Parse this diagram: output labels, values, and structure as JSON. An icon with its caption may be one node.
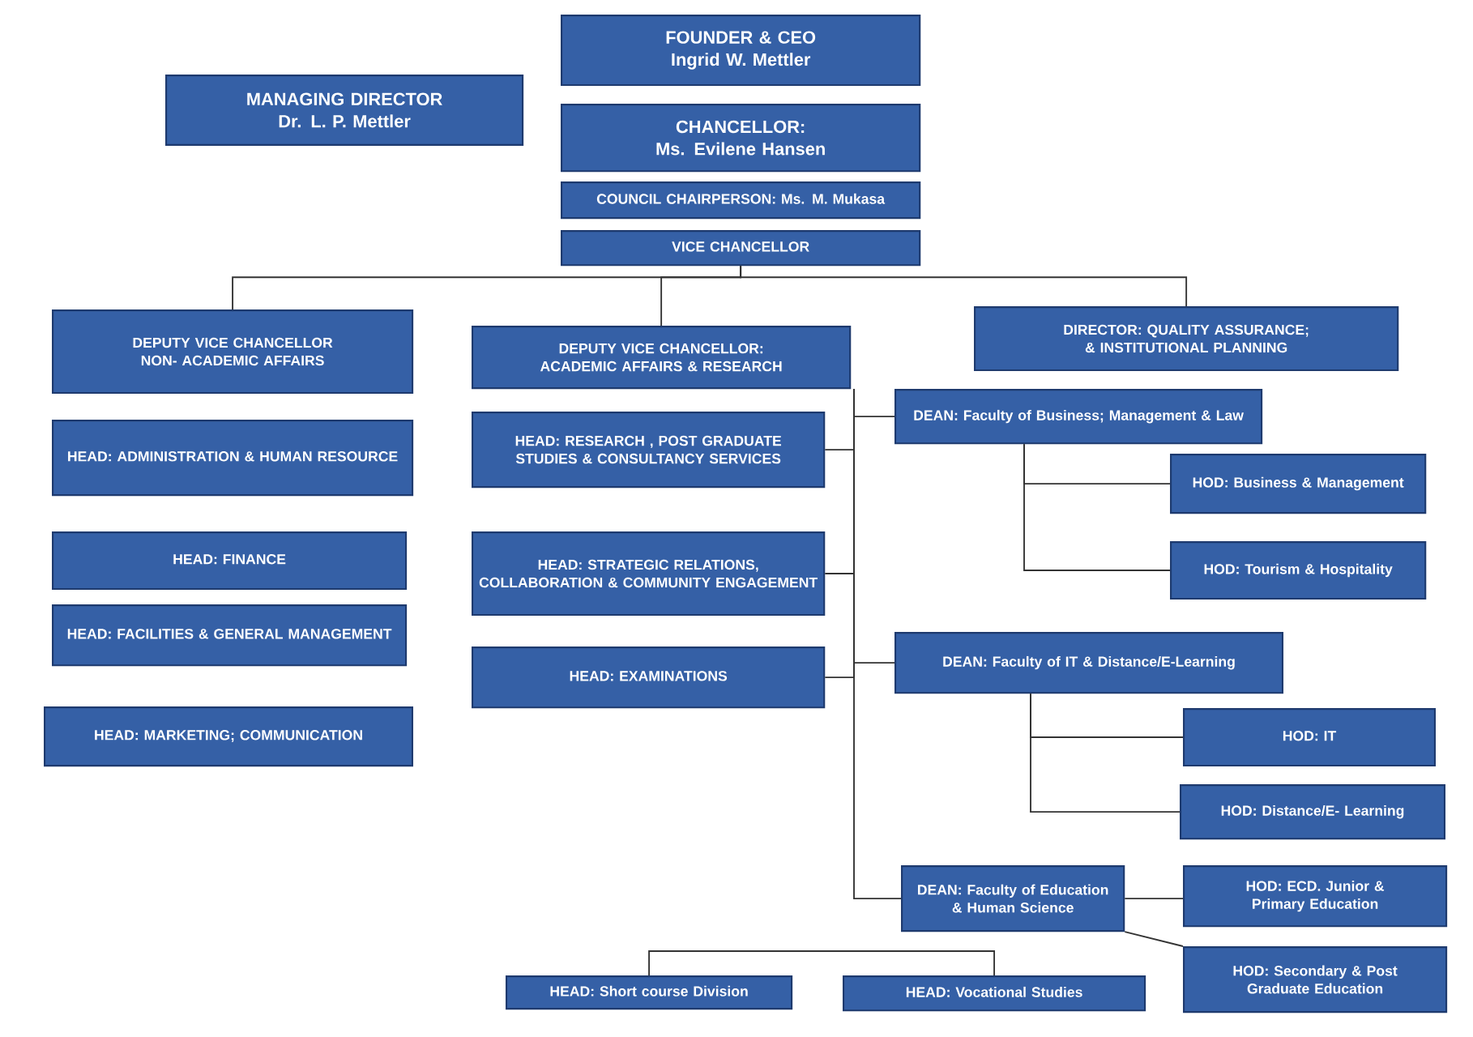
{
  "diagram": {
    "nodes": [
      {
        "text": [
          "FOUNDER & CEO",
          "Ingrid W. Mettler"
        ]
      },
      {
        "text": [
          "MANAGING DIRECTOR",
          "Dr. L. P. Mettler"
        ]
      },
      {
        "text": [
          "CHANCELLOR:",
          "Ms. Evilene Hansen"
        ]
      },
      {
        "text": [
          "COUNCIL CHAIRPERSON: Ms. M. Mukasa"
        ]
      },
      {
        "text": [
          "VICE CHANCELLOR"
        ]
      },
      {
        "text": [
          "DEPUTY VICE CHANCELLOR NON- ACADEMIC AFFAIRS"
        ]
      },
      {
        "text": [
          "DEPUTY VICE CHANCELLOR: ACADEMIC AFFAIRS & RESEARCH"
        ]
      },
      {
        "text": [
          "DIRECTOR: QUALITY ASSURANCE; & INSTITUTIONAL PLANNING"
        ]
      },
      {
        "text": [
          "HEAD: ADMINISTRATION & HUMAN RESOURCE"
        ]
      },
      {
        "text": [
          "HEAD: FINANCE"
        ]
      },
      {
        "text": [
          "HEAD: FACILITIES & GENERAL MANAGEMENT"
        ]
      },
      {
        "text": [
          "HEAD: MARKETING; COMMUNICATION"
        ]
      },
      {
        "text": [
          "HEAD: RESEARCH , POST GRADUATE STUDIES & CONSULTANCY SERVICES"
        ]
      },
      {
        "text": [
          "HEAD: STRATEGIC RELATIONS, COLLABORATION & COMMUNITY ENGAGEMENT"
        ]
      },
      {
        "text": [
          "HEAD: EXAMINATIONS"
        ]
      },
      {
        "text": [
          "DEAN: Faculty of Business; Management & Law"
        ]
      },
      {
        "text": [
          "HOD: Business & Management"
        ]
      },
      {
        "text": [
          "HOD: Tourism & Hospitality"
        ]
      },
      {
        "text": [
          "DEAN: Faculty of IT & Distance/E-Learning"
        ]
      },
      {
        "text": [
          "HOD: IT"
        ]
      },
      {
        "text": [
          "HOD: Distance/E- Learning"
        ]
      },
      {
        "text": [
          "DEAN: Faculty of Education & Human Science"
        ]
      },
      {
        "text": [
          "HOD: ECD. Junior & Primary Education"
        ]
      },
      {
        "text": [
          "HOD: Secondary & Post Graduate Education"
        ]
      },
      {
        "text": [
          "HEAD: Short course Division"
        ]
      },
      {
        "text": [
          "HEAD: Vocational Studies"
        ]
      }
    ],
    "edges": [
      {
        "from": 4,
        "to": 5,
        "arrow": "none"
      },
      {
        "from": 4,
        "to": 6,
        "arrow": "none"
      },
      {
        "from": 4,
        "to": 7,
        "arrow": "none"
      },
      {
        "from": 6,
        "to": 12,
        "arrow": "none"
      },
      {
        "from": 6,
        "to": 13,
        "arrow": "none"
      },
      {
        "from": 6,
        "to": 14,
        "arrow": "none"
      },
      {
        "from": 6,
        "to": 15,
        "arrow": "none"
      },
      {
        "from": 6,
        "to": 18,
        "arrow": "none"
      },
      {
        "from": 6,
        "to": 21,
        "arrow": "none"
      },
      {
        "from": 15,
        "to": 16,
        "arrow": "none"
      },
      {
        "from": 15,
        "to": 17,
        "arrow": "none"
      },
      {
        "from": 18,
        "to": 19,
        "arrow": "none"
      },
      {
        "from": 18,
        "to": 20,
        "arrow": "none"
      },
      {
        "from": 21,
        "to": 22,
        "arrow": "none"
      },
      {
        "from": 21,
        "to": 23,
        "arrow": "none"
      },
      {
        "from": 24,
        "to": 25,
        "arrow": "none"
      }
    ]
  }
}
